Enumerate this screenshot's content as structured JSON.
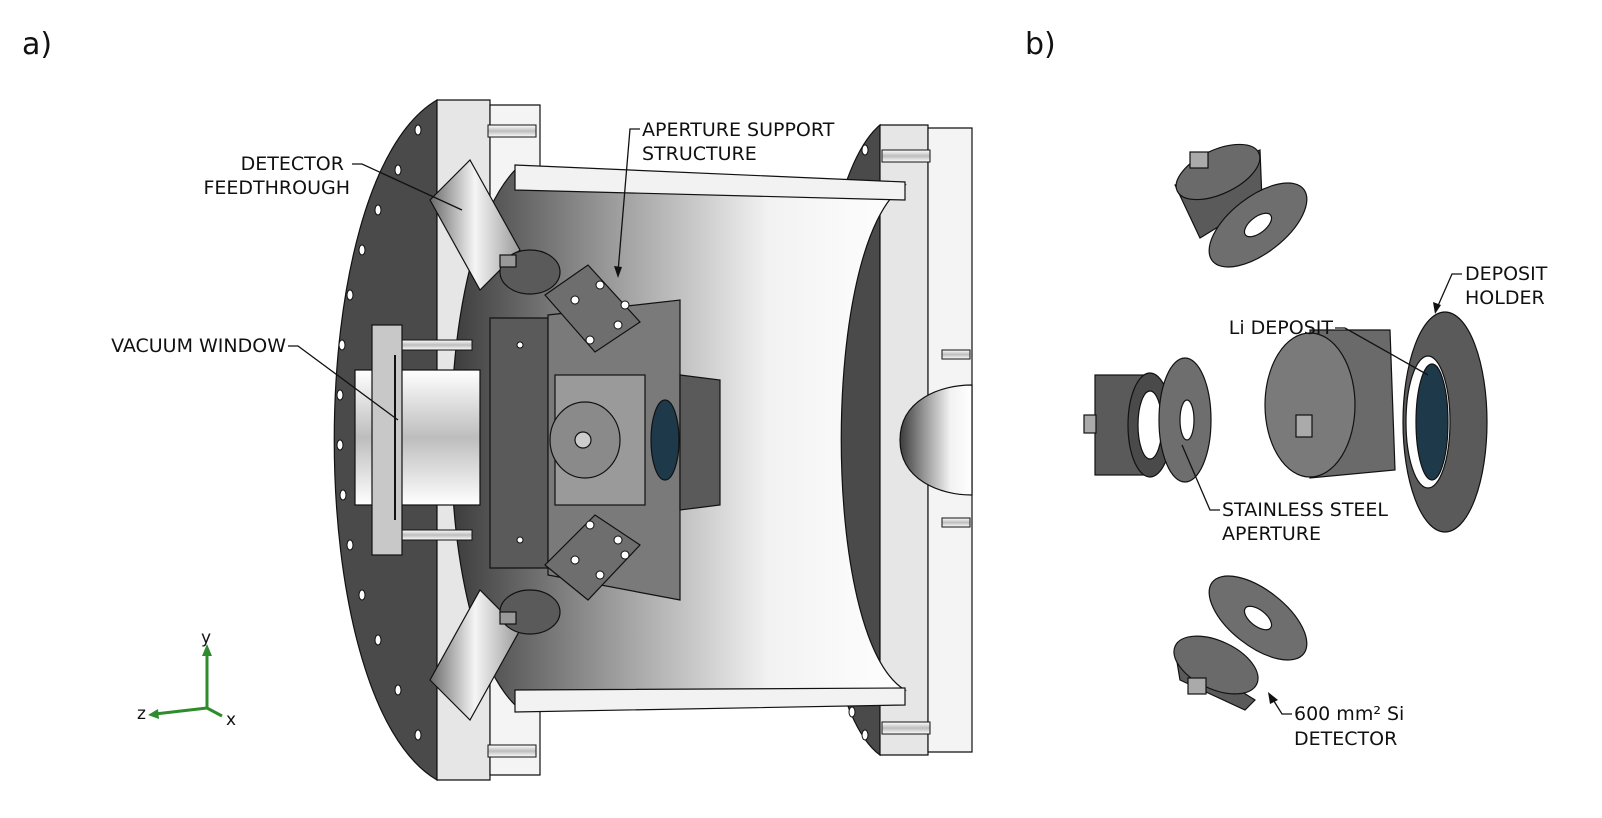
{
  "panels": {
    "a": "a)",
    "b": "b)"
  },
  "labels_a": {
    "detector_feedthrough": [
      "DETECTOR",
      "FEEDTHROUGH"
    ],
    "aperture_support": [
      "APERTURE SUPPORT",
      "STRUCTURE"
    ],
    "vacuum_window": [
      "VACUUM WINDOW"
    ]
  },
  "labels_b": {
    "deposit_holder": [
      "DEPOSIT",
      "HOLDER"
    ],
    "li_deposit": [
      "Li DEPOSIT"
    ],
    "stainless_aperture": [
      "STAINLESS STEEL",
      "APERTURE"
    ],
    "si_detector": [
      "600 mm² Si",
      "DETECTOR"
    ]
  },
  "axes": {
    "y": "y",
    "z": "z",
    "x": "x"
  },
  "colors": {
    "dark": "#4a4a4a",
    "mid": "#8a8a8a",
    "light": "#d9d9d9",
    "axis": "#2e8b2e",
    "window": "#1e3a4a"
  }
}
